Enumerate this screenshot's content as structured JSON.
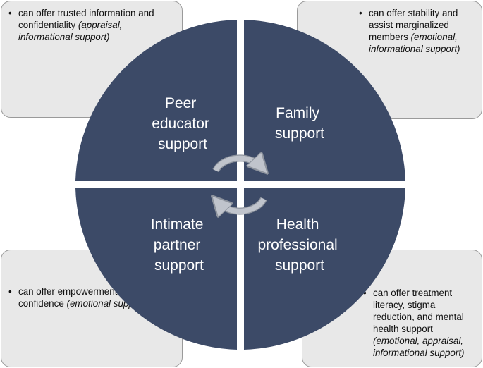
{
  "callouts": {
    "top_left": {
      "text": "can offer trusted information and confidentiality",
      "emphasis": "(appraisal, informational support)"
    },
    "top_right": {
      "text": "can offer stability and assist marginalized members",
      "emphasis": "(emotional, informational support)"
    },
    "bottom_left": {
      "text": "can offer empowerment and confidence",
      "emphasis": "(emotional support)"
    },
    "bottom_right": {
      "text": "can offer treatment literacy, stigma reduction, and mental health support",
      "emphasis": "(emotional, appraisal, informational support)"
    }
  },
  "quadrants": {
    "top_left": {
      "lines": [
        "Peer",
        "educator",
        "support"
      ]
    },
    "top_right": {
      "lines": [
        "Family",
        "support"
      ]
    },
    "bottom_left": {
      "lines": [
        "Intimate",
        "partner",
        "support"
      ]
    },
    "bottom_right": {
      "lines": [
        "Health",
        "professional",
        "support"
      ]
    }
  },
  "colors": {
    "quadrant_fill": "#3c4a67",
    "callout_fill": "#e8e8e8",
    "callout_border": "#9a9a9a",
    "arrow_fill": "#c0c4cc",
    "arrow_stroke": "#8e949e"
  }
}
